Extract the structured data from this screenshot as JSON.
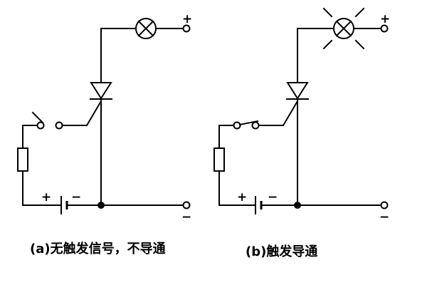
{
  "panels": [
    {
      "id": "a",
      "caption": "(a)无触发信号，不导通",
      "lamp_lit": false,
      "switch_closed": false,
      "terminal_plus": "+",
      "terminal_minus": "−",
      "battery_plus": "+",
      "battery_minus": "−"
    },
    {
      "id": "b",
      "caption": "(b)触发导通",
      "lamp_lit": true,
      "switch_closed": true,
      "terminal_plus": "+",
      "terminal_minus": "−",
      "battery_plus": "+",
      "battery_minus": "−"
    }
  ],
  "colors": {
    "line": "#000000",
    "background": "#ffffff"
  }
}
